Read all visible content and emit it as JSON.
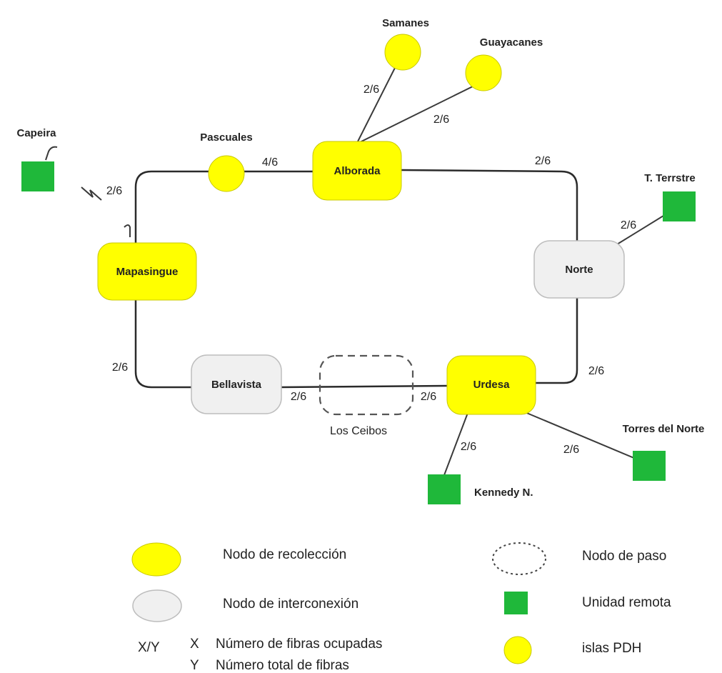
{
  "colors": {
    "collection_node": "#ffff00",
    "interconnection_node": "#f0f0f0",
    "remote_unit": "#1fb83a",
    "pdh_island": "#ffff00",
    "pass_node_label": "#e03030",
    "line": "#2b2b2b"
  },
  "nodes": {
    "alborada": "Alborada",
    "mapasingue": "Mapasingue",
    "norte": "Norte",
    "bellavista": "Bellavista",
    "urdesa": "Urdesa",
    "los_ceibos": "Los Ceibos"
  },
  "pdh_islands": {
    "samanes": "Samanes",
    "guayacanes": "Guayacanes",
    "pascuales": "Pascuales"
  },
  "remote_units": {
    "capeira": "Capeira",
    "t_terrstre": "T. Terrstre",
    "kennedy": "Kennedy N.",
    "torres_norte": "Torres del Norte"
  },
  "link_labels": {
    "samanes_alborada": "2/6",
    "guayacanes_alborada": "2/6",
    "pascuales_alborada": "4/6",
    "alborada_norte": "2/6",
    "capeira_mapasingue": "2/6",
    "t_terrstre_norte": "2/6",
    "mapasingue_bellavista": "2/6",
    "bellavista_ceibos": "2/6",
    "ceibos_urdesa": "2/6",
    "norte_urdesa": "2/6",
    "urdesa_kennedy": "2/6",
    "urdesa_torres": "2/6"
  },
  "legend": {
    "collection_node": "Nodo de recolección",
    "interconnection_node": "Nodo de interconexión",
    "xy_symbol": "X/Y",
    "x_key": "X",
    "x_desc": "Número de fibras ocupadas",
    "y_key": "Y",
    "y_desc": "Número total de fibras",
    "pass_node": "Nodo de paso",
    "remote_unit": "Unidad remota",
    "pdh_island": "islas PDH"
  }
}
